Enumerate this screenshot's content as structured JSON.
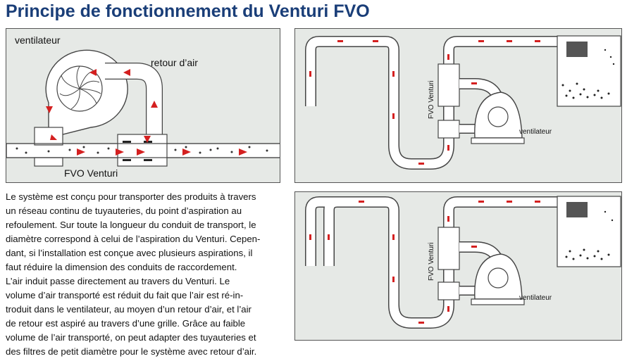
{
  "title": "Principe de fonctionnement du Venturi FVO",
  "diagram_left": {
    "label_fan": "ventilateur",
    "label_return": "retour d’air",
    "label_venturi": "FVO Venturi"
  },
  "diagram_top": {
    "label_venturi": "FVO Venturi",
    "label_fan": "ventilateur"
  },
  "diagram_bottom": {
    "label_venturi": "FVO Venturi",
    "label_fan": "ventilateur"
  },
  "description": {
    "lines": [
      "Le système est conçu pour transporter des produits à travers",
      "un réseau continu de tuyauteries, du point d’aspiration au",
      "refoulement. Sur toute la longueur du conduit de transport, le",
      "diamètre correspond à celui de l’aspiration du Venturi. Cepen-",
      "dant, si l’installation est conçue avec plusieurs aspirations, il",
      "faut réduire la dimension des conduits de raccordement.",
      "L’air induit passe directement au travers du Venturi. Le",
      "volume d’air transporté est réduit du fait que l’air est ré-in-",
      "troduit dans le ventilateur, au moyen d’un retour d’air, et l’air",
      "de retour est aspiré au travers d’une grille. Grâce au faible",
      "volume de l’air transporté, on peut adapter des tuyauteries et",
      "des filtres de petit diamètre pour le système avec retour d’air."
    ]
  },
  "colors": {
    "title": "#1a3e78",
    "panel_bg": "#e6e9e6",
    "arrow": "#d42020",
    "pipe": "#ffffff",
    "outline": "#444444"
  }
}
